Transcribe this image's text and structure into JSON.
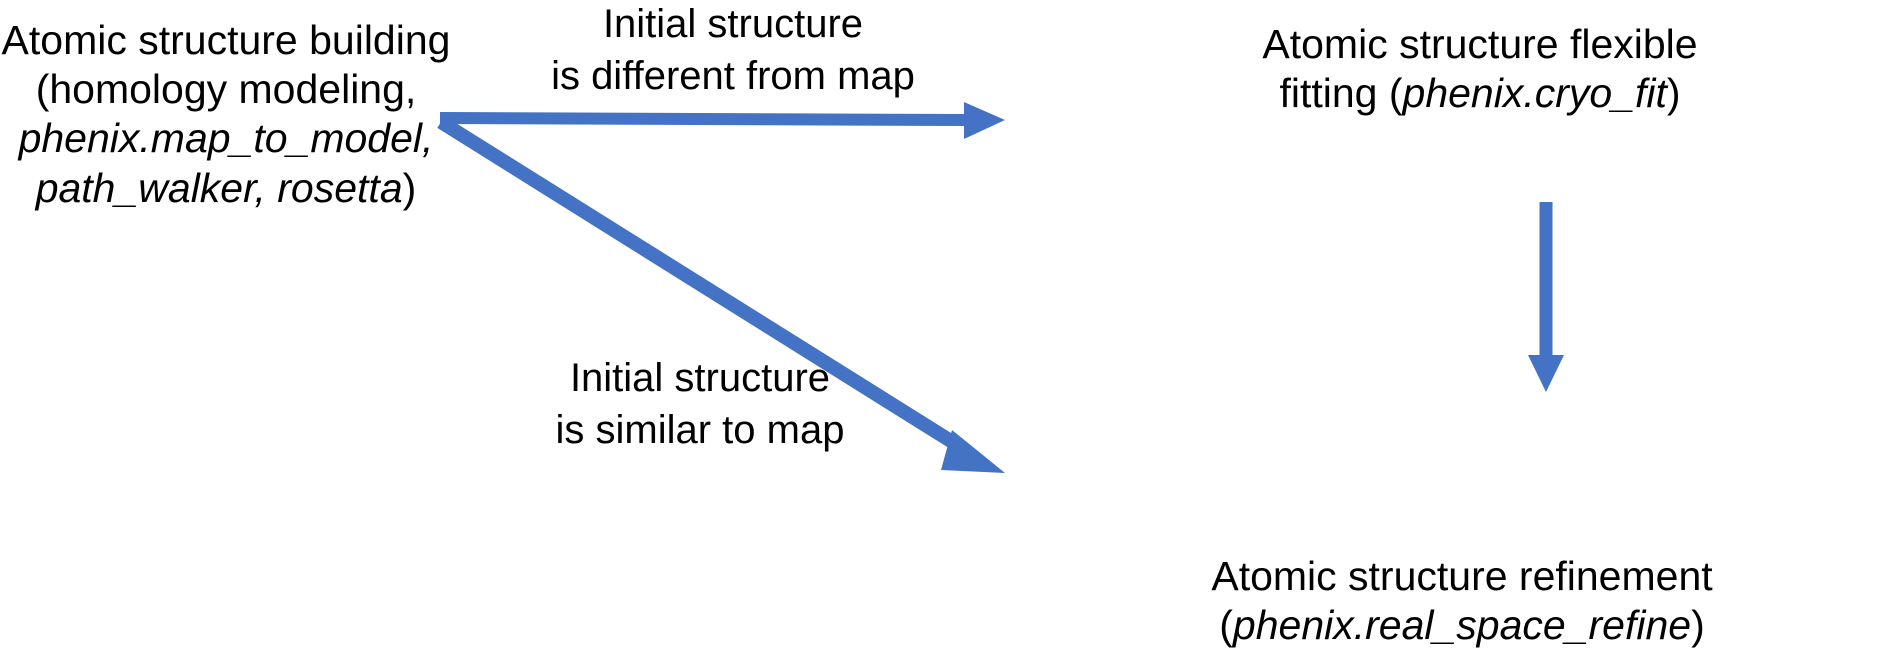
{
  "diagram": {
    "type": "flowchart",
    "background_color": "#ffffff",
    "text_color": "#000000",
    "arrow_color": "#4472C4",
    "nodes": [
      {
        "id": "atomic-structure-building",
        "lines": [
          {
            "text": "Atomic structure building",
            "italic": false
          },
          {
            "text": "(homology modeling,",
            "italic": false
          },
          {
            "text": "phenix.map_to_model,",
            "italic": true
          },
          {
            "text": "path_walker, rosetta",
            "italic": true
          },
          {
            "text": ")",
            "italic": false
          }
        ],
        "plain_text": "Atomic structure building (homology modeling, phenix.map_to_model, path_walker, rosetta)"
      },
      {
        "id": "atomic-structure-flexible-fitting",
        "lines": [
          {
            "text": "Atomic structure flexible",
            "italic": false
          },
          {
            "text": "fitting (",
            "italic": false
          },
          {
            "text": "phenix.cryo_fit",
            "italic": true
          },
          {
            "text": ")",
            "italic": false
          }
        ],
        "plain_text": "Atomic structure flexible fitting (phenix.cryo_fit)"
      },
      {
        "id": "atomic-structure-refinement",
        "lines": [
          {
            "text": "Atomic structure refinement",
            "italic": false
          },
          {
            "text": "(",
            "italic": false
          },
          {
            "text": "phenix.real_space_refine",
            "italic": true
          },
          {
            "text": ")",
            "italic": false
          }
        ],
        "plain_text": "Atomic structure refinement (phenix.real_space_refine)"
      }
    ],
    "edge_labels": [
      {
        "id": "initial-structure-is-different-from-map",
        "line1": "Initial structure",
        "line2": "is different from map"
      },
      {
        "id": "initial-structure-is-similar-to-map",
        "line1": "Initial structure",
        "line2": "is similar to map"
      }
    ],
    "arrows": [
      {
        "id": "arrow-to-flexible-fitting",
        "from": "atomic-structure-building",
        "to": "atomic-structure-flexible-fitting",
        "direction": "right"
      },
      {
        "id": "arrow-to-refinement",
        "from": "atomic-structure-building",
        "to": "atomic-structure-refinement",
        "direction": "down-right"
      },
      {
        "id": "arrow-fitting-to-refinement",
        "from": "atomic-structure-flexible-fitting",
        "to": "atomic-structure-refinement",
        "direction": "down"
      }
    ]
  },
  "node_text": {
    "build_l1": "Atomic structure building",
    "build_l2": "(homology modeling,",
    "build_l3": "phenix.map_to_model,",
    "build_l4a": "path_walker, rosetta",
    "build_l4b": ")",
    "flexfit_l1": "Atomic structure flexible",
    "flexfit_l2a": "fitting (",
    "flexfit_l2b": "phenix.cryo_fit",
    "flexfit_l2c": ")",
    "refine_l1": "Atomic structure refinement",
    "refine_l2a": "(",
    "refine_l2b": "phenix.real_space_refine",
    "refine_l2c": ")"
  },
  "label_text": {
    "different_l1": "Initial structure",
    "different_l2": "is different from map",
    "similar_l1": "Initial structure",
    "similar_l2": "is similar to map"
  }
}
